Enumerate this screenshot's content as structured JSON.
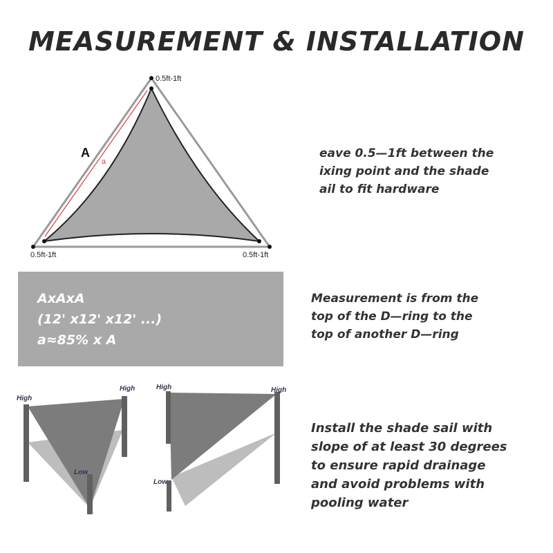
{
  "title": "MEASUREMENT & INSTALLATION",
  "diagram": {
    "top_label": "0.5ft-1ft",
    "left_label": "0.5ft-1ft",
    "right_label": "0.5ft-1ft",
    "side_label_outer": "A",
    "side_label_inner": "a"
  },
  "note1": {
    "lines": [
      "eave 0.5—1ft between the",
      "ixing point and the shade",
      "ail to fit hardware"
    ]
  },
  "formula": {
    "lines": [
      "AxAxA",
      "(12' x12' x12' ...)",
      "a≈85% x A"
    ]
  },
  "note2": {
    "lines": [
      "Measurement is from the",
      "top of the D—ring to the",
      "top of another D—ring"
    ]
  },
  "install": {
    "left": {
      "high_left": "High",
      "high_right": "High",
      "low": "Low"
    },
    "right": {
      "high_left": "High",
      "high_right": "High",
      "low": "Low"
    }
  },
  "note3": {
    "lines": [
      "Install the shade sail with",
      "slope of at least 30 degrees",
      "to ensure rapid drainage",
      "and avoid problems with",
      "pooling water"
    ]
  },
  "colors": {
    "sail": "#a9a9a9",
    "sail_dark": "#7a7a7a",
    "sail_light": "#bdbdbd",
    "post": "#606060",
    "guide_red": "#e0393e",
    "outline": "#9a9a9a"
  }
}
